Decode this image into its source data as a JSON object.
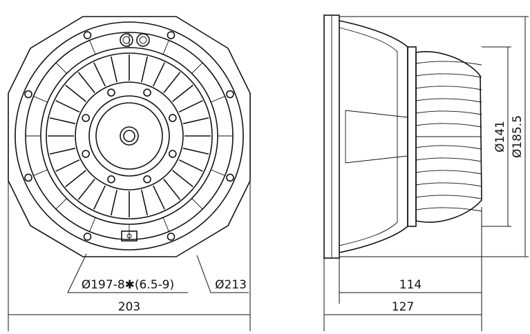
{
  "drawing": {
    "front_view": {
      "mount_hole_label": "Ø197-8✱(6.5-9)",
      "outer_diameter_label": "Ø213",
      "width_label": "203"
    },
    "side_view": {
      "depth_label": "114",
      "total_depth_label": "127",
      "magnet_diameter_label": "Ø141",
      "basket_diameter_label": "Ø185.5"
    }
  }
}
